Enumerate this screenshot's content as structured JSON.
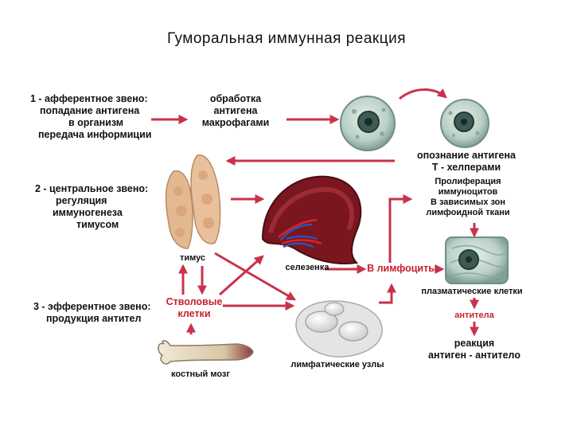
{
  "title": "Гуморальная иммунная реакция",
  "colors": {
    "arrow": "#c8334a",
    "red_text": "#c8202c"
  },
  "labels": {
    "stage1": [
      "1 - афферентное звено:",
      "попадание антигена",
      "в организм",
      "передача информиции"
    ],
    "processing": [
      "обработка",
      "антигена",
      "макрофагами"
    ],
    "recognition": [
      "опознание антигена",
      "Т - хелперами"
    ],
    "stage2": [
      "2 - центральное звено:",
      "регуляция",
      "иммуногенеза",
      "тимусом"
    ],
    "proliferation": [
      "Пролиферация",
      "иммуноцитов",
      "В зависимых зон",
      "лимфоидной ткани"
    ],
    "thymus": "тимус",
    "spleen": "селезенка",
    "b_lymphocytes": "В лимфоциты",
    "plasma_cells": "плазматические клетки",
    "stem_cells": [
      "Стволовые",
      "клетки"
    ],
    "stage3": [
      "3 - эфферентное звено:",
      "продукция антител"
    ],
    "antibodies": "антитела",
    "reaction": [
      "реакция",
      "антиген - антитело"
    ],
    "bone_marrow": "костный мозг",
    "lymph_nodes": "лимфатические узлы"
  }
}
